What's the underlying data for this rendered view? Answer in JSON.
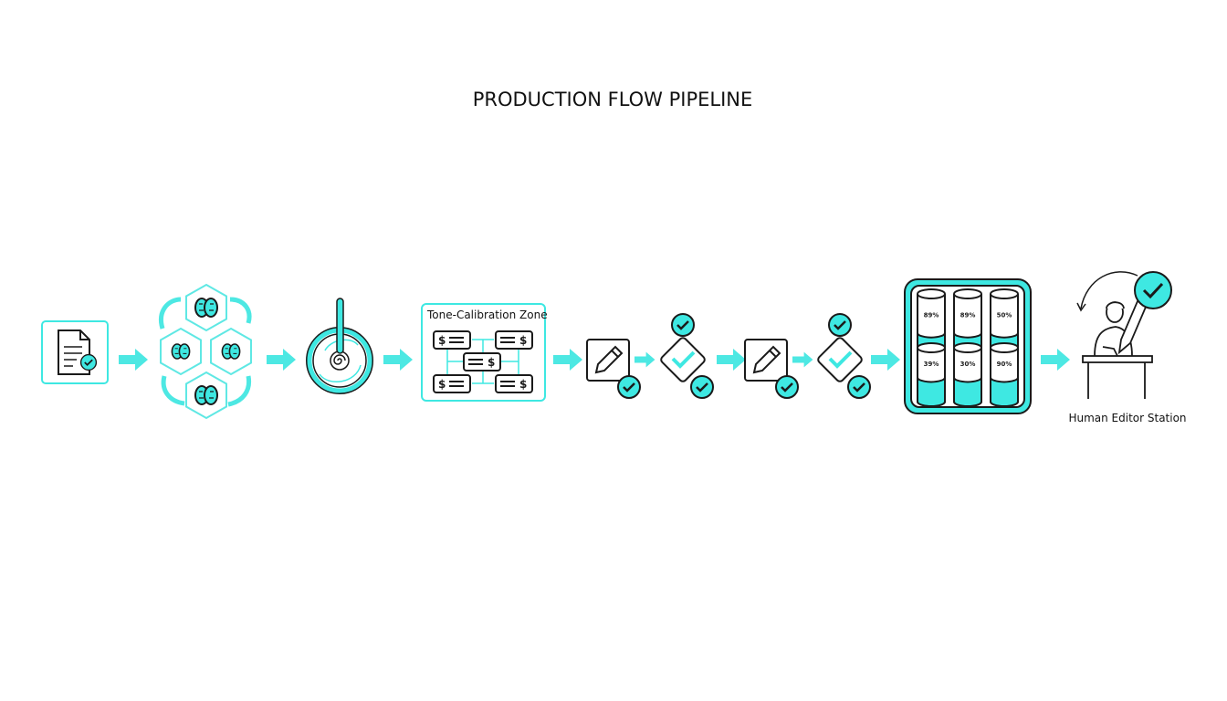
{
  "title": "PRODUCTION FLOW PIPELINE",
  "colors": {
    "accent": "#3ee8e2",
    "stroke": "#1a1a1a",
    "background": "#ffffff"
  },
  "stages": [
    {
      "id": "document-check",
      "icon": "document-check-icon"
    },
    {
      "id": "ai-brain-cluster",
      "icon": "brain-hexagon-icon"
    },
    {
      "id": "spiral-mixer",
      "icon": "spiral-icon"
    },
    {
      "id": "tone-calibration",
      "label": "Tone-Calibration Zone",
      "icon": "dollar-list-icon"
    },
    {
      "id": "edit-1",
      "icon": "pencil-check-icon"
    },
    {
      "id": "approve-1",
      "icon": "diamond-check-icon"
    },
    {
      "id": "edit-2",
      "icon": "pencil-check-icon"
    },
    {
      "id": "approve-2",
      "icon": "diamond-check-icon"
    },
    {
      "id": "storage-tanks",
      "icon": "cylinder-icon"
    },
    {
      "id": "human-editor",
      "label": "Human Editor Station",
      "icon": "person-desk-icon"
    }
  ],
  "tanks": [
    {
      "label": "89%",
      "fill": 0.3
    },
    {
      "label": "89%",
      "fill": 0.3
    },
    {
      "label": "50%",
      "fill": 0.3
    },
    {
      "label": "39%",
      "fill": 0.45
    },
    {
      "label": "30%",
      "fill": 0.45
    },
    {
      "label": "90%",
      "fill": 0.45
    }
  ]
}
